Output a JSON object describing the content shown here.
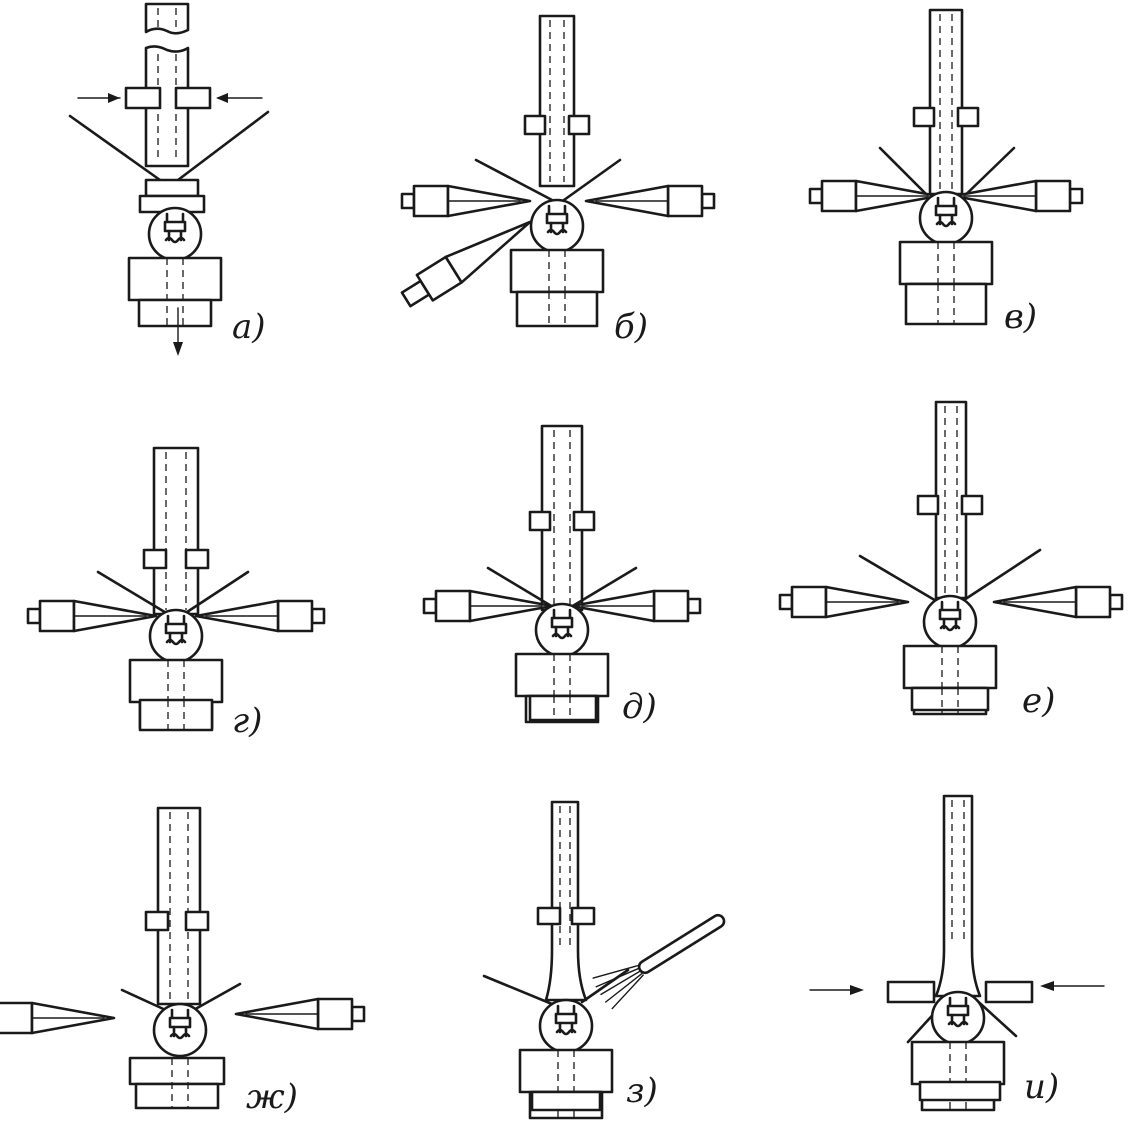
{
  "figure": {
    "panels": [
      {
        "id": "a",
        "label": "а)",
        "burners": 0,
        "tubeJoined": false,
        "clampAbove": true,
        "arrows": "clamp-in",
        "downArrow": true
      },
      {
        "id": "b",
        "label": "б)",
        "burners": 2,
        "extraBurner": true
      },
      {
        "id": "v",
        "label": "в)",
        "burners": 2
      },
      {
        "id": "g",
        "label": "г)",
        "burners": 2
      },
      {
        "id": "d",
        "label": "д)",
        "burners": 2
      },
      {
        "id": "e",
        "label": "е)",
        "burners": 2,
        "gap": true
      },
      {
        "id": "zh",
        "label": "ж)",
        "burners": 2,
        "gap": true
      },
      {
        "id": "z",
        "label": "з)",
        "burners": 0,
        "brush": true,
        "necked": true
      },
      {
        "id": "i",
        "label": "и)",
        "burners": 0,
        "necked": true,
        "sideClamps": true
      }
    ]
  }
}
